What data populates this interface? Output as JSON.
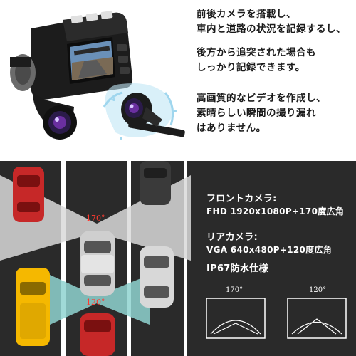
{
  "description": {
    "front_text": [
      "前後カメラを搭載し、",
      "車内と道路の状況を記録するし、"
    ],
    "rear_text": [
      "後方から追突された場合も",
      "しっかり記録できます。"
    ],
    "quality_text": [
      "高画質的なビデオを作成し、",
      "素晴らしい瞬間の撮り漏れ",
      "はありません。"
    ]
  },
  "specs": {
    "front_title": "フロントカメラ:",
    "front_detail": "FHD 1920x1080P+170度広角",
    "rear_title": "リアカメラ:",
    "rear_detail": "VGA 640x480P+120度広角",
    "waterproof": "IP67防水仕様"
  },
  "diagram": {
    "front_angle": "170°",
    "rear_angle": "120°"
  },
  "fov_icons": {
    "front_angle": "170°",
    "rear_angle": "120°"
  },
  "colors": {
    "road": "#2a2a2a",
    "lane_line": "#ffffff",
    "fov_beam": "#d9d9d9",
    "rear_beam": "#8fd3d0",
    "angle_text": "#ff3b30",
    "red_car": "#c62828",
    "yellow_car": "#f5b800",
    "silver_car": "#d8d8d8"
  }
}
